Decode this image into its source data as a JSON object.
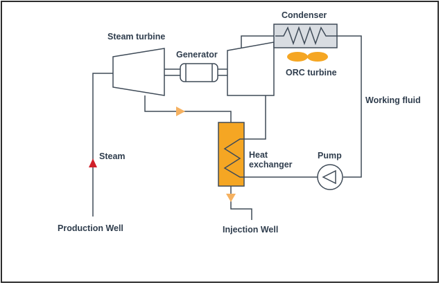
{
  "labels": {
    "condenser": "Condenser",
    "steam_turbine": "Steam turbine",
    "generator": "Generator",
    "orc_turbine": "ORC turbine",
    "working_fluid": "Working fluid",
    "steam": "Steam",
    "heat_exchanger_line1": "Heat",
    "heat_exchanger_line2": "exchanger",
    "pump": "Pump",
    "production_well": "Production Well",
    "injection_well": "Injection Well"
  },
  "colors": {
    "line": "#3e4a57",
    "equipment_fill": "#ffffff",
    "condenser_fill": "#d9dde2",
    "fan": "#f5a623",
    "heat_exchanger": "#f5a623",
    "steam_arrow": "#d0202a",
    "flow_arrow": "#f5b160",
    "label_text": "#2f3d4d"
  }
}
